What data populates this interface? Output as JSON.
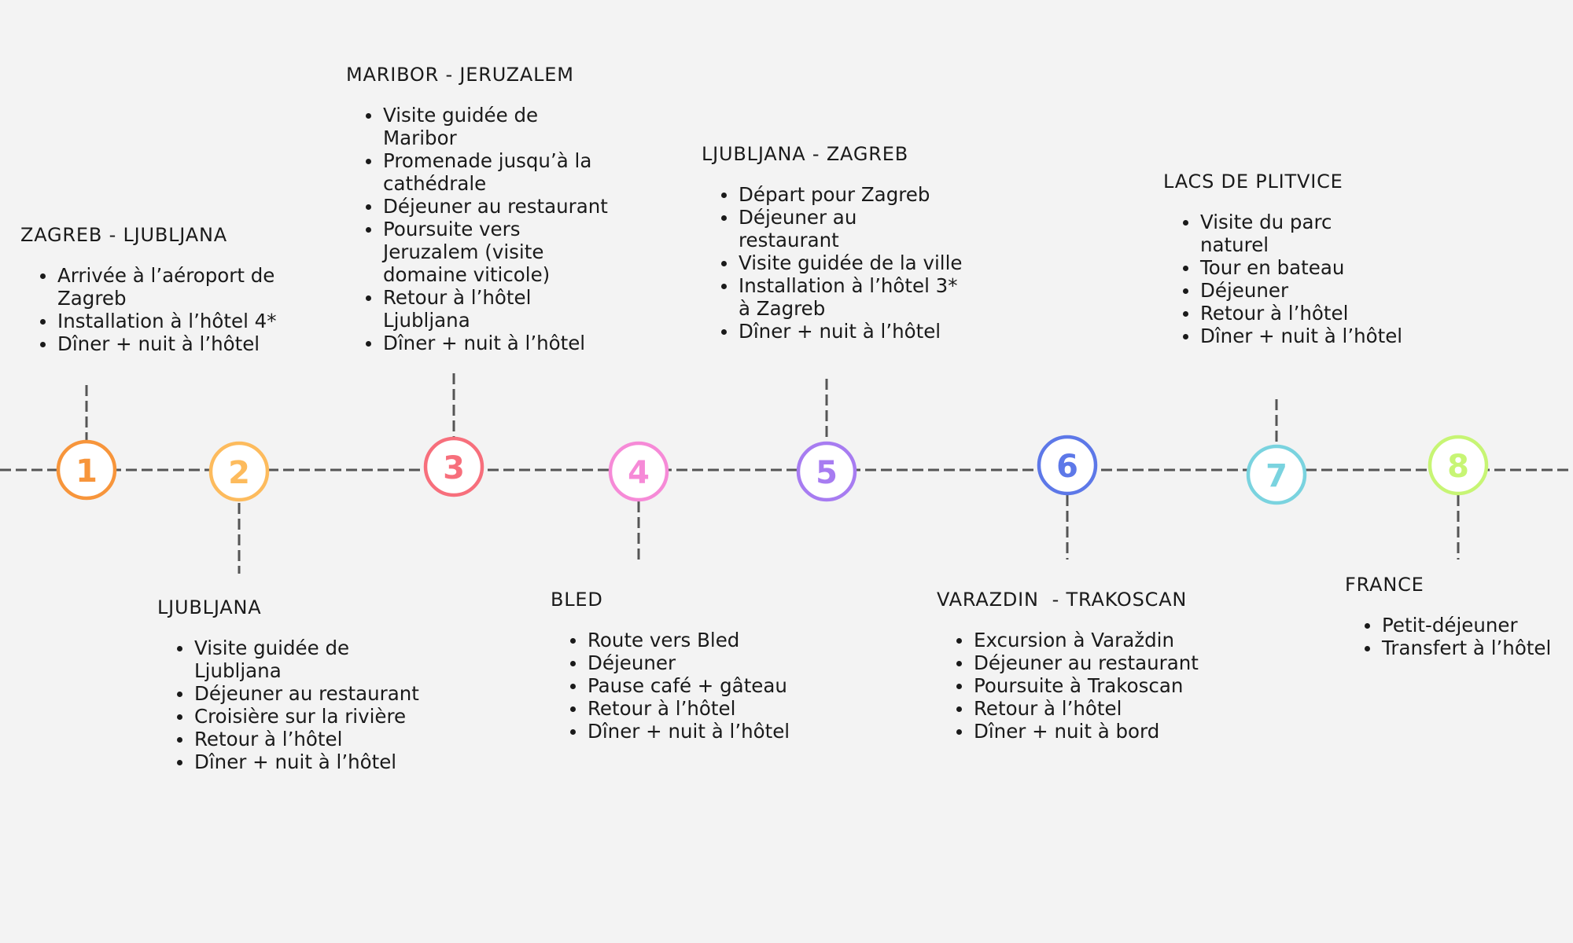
{
  "colors": {
    "line": "#555555",
    "steps": [
      "#f7953b",
      "#fdbb5d",
      "#f76f7c",
      "#f68ad7",
      "#a77cf1",
      "#5d78e8",
      "#7ad3df",
      "#c7f574"
    ]
  },
  "steps": [
    {
      "number": "1",
      "title": "ZAGREB - LJUBLJANA",
      "items": [
        "Arrivée à l’aéroport de Zagreb",
        "Installation à l’hôtel 4*",
        "Dîner + nuit à l’hôtel"
      ]
    },
    {
      "number": "2",
      "title": "LJUBLJANA",
      "items": [
        "Visite guidée de Ljubljana",
        "Déjeuner au restaurant",
        "Croisière sur la rivière",
        "Retour à l’hôtel",
        "Dîner + nuit à l’hôtel"
      ]
    },
    {
      "number": "3",
      "title": "MARIBOR - JERUZALEM",
      "items": [
        "Visite guidée de Maribor",
        "Promenade jusqu’à la cathédrale",
        "Déjeuner au restaurant",
        "Poursuite vers Jeruzalem (visite domaine viticole)",
        "Retour à l’hôtel Ljubljana",
        "Dîner + nuit à l’hôtel"
      ]
    },
    {
      "number": "4",
      "title": "BLED",
      "items": [
        "Route vers Bled",
        "Déjeuner",
        "Pause café + gâteau",
        "Retour à l’hôtel",
        "Dîner + nuit à l’hôtel"
      ]
    },
    {
      "number": "5",
      "title": "LJUBLJANA - ZAGREB",
      "items": [
        "Départ pour Zagreb",
        "Déjeuner au restaurant",
        "Visite guidée de la ville",
        "Installation à l’hôtel 3* à Zagreb",
        "Dîner + nuit à l’hôtel"
      ]
    },
    {
      "number": "6",
      "title": "VARAZDIN  - TRAKOSCAN",
      "items": [
        "Excursion à Varaždin",
        "Déjeuner au restaurant",
        "Poursuite à Trakoscan",
        "Retour à l’hôtel",
        "Dîner + nuit à bord"
      ]
    },
    {
      "number": "7",
      "title": "LACS DE PLITVICE",
      "items": [
        "Visite du parc naturel",
        "Tour en bateau",
        "Déjeuner",
        "Retour à l’hôtel",
        "Dîner + nuit à l’hôtel"
      ]
    },
    {
      "number": "8",
      "title": "FRANCE",
      "items": [
        "Petit-déjeuner",
        "Transfert à l’hôtel"
      ]
    }
  ]
}
